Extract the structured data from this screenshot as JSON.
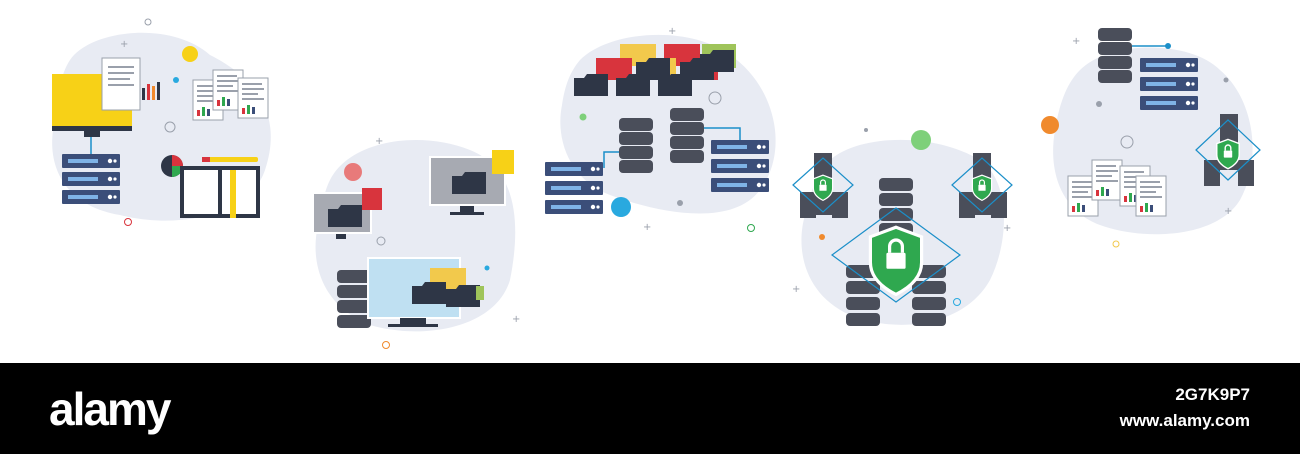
{
  "footer": {
    "brand": "alamy",
    "image_id": "2G7K9P7",
    "site_url": "www.alamy.com"
  },
  "colors": {
    "blob": "#e8ebf3",
    "server": "#4a4e5a",
    "server_light": "#3b4e79",
    "led": "#7fb3e6",
    "line": "#1b8fc9",
    "shield": "#2fa84f",
    "folder_dark": "#2e3646",
    "folder_red": "#d8343d",
    "folder_green": "#9fc45a",
    "folder_yellow": "#f2c94c",
    "monitor_yellow": "#f7d117",
    "monitor_grey": "#a7aab2",
    "monitor_blue": "#bfe0f2",
    "accent_orange": "#f08a2d",
    "accent_teal": "#29a9df",
    "accent_green": "#7ed07a"
  },
  "illustrations": [
    {
      "name": "data-storage-documents"
    },
    {
      "name": "file-sharing-monitors"
    },
    {
      "name": "folder-server-network"
    },
    {
      "name": "secure-database-shield"
    },
    {
      "name": "protected-server-reports"
    }
  ]
}
